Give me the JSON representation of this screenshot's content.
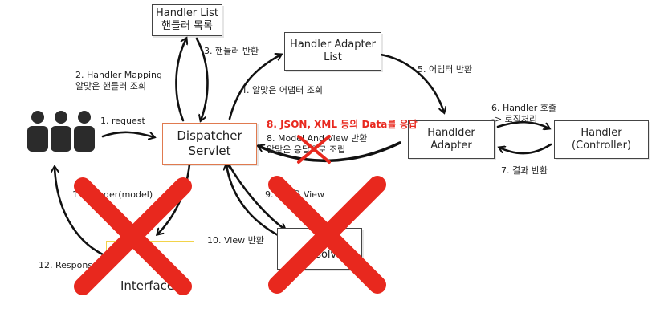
{
  "nodes": {
    "handler_list": {
      "line1": "Handler List",
      "line2": "핸들러 목록"
    },
    "handler_adapter_list": {
      "line1": "Handler Adapter",
      "line2": "List"
    },
    "dispatcher": {
      "line1": "Dispatcher",
      "line2": "Servlet"
    },
    "handler_adapter": {
      "line1": "Handlder",
      "line2": "Adapter"
    },
    "handler_controller": {
      "line1": "Handler",
      "line2": "(Controller)"
    },
    "view_interface": {
      "line1": "Vi",
      "line2": "Interface"
    },
    "view_resolver": {
      "line1": "V",
      "line2": "Resolv"
    }
  },
  "edges": {
    "e1": "1. request",
    "e2_line1": "2. Handler Mapping",
    "e2_line2": "알맞은 핸들러 조회",
    "e3": "3. 핸들러  반환",
    "e4": "4. 알맞은 어댑터 조회",
    "e5": "5. 어댑터 반환",
    "e6_line1": "6. Handler 호출",
    "e6_line2": "-> 로직처리",
    "e7": "7. 결과 반환",
    "e8_json": "8. JSON, XML 등의 Data를 응답",
    "e8_line1": "8. Model And View 반환",
    "e8_line2": "알맞은 응답으로 조립",
    "e9": "9. 알맞은 View",
    "e10": "10. View 반환",
    "e11": "11. render(model)",
    "e12": "12. Response"
  },
  "colors": {
    "highlight": "#e8281e",
    "cross": "#e8281e",
    "ink": "#111111",
    "view_box_border": "#f2d34a"
  }
}
